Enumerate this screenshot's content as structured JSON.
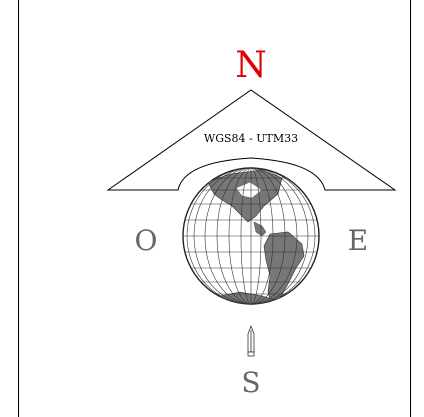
{
  "compass": {
    "north": "N",
    "south": "S",
    "west": "O",
    "east": "E",
    "projection": "WGS84 - UTM33"
  },
  "colors": {
    "north": "#e00000",
    "cardinal": "#666666",
    "line": "#000000"
  },
  "icons": {
    "globe": "globe-americas-icon",
    "needle": "compass-needle-icon"
  }
}
